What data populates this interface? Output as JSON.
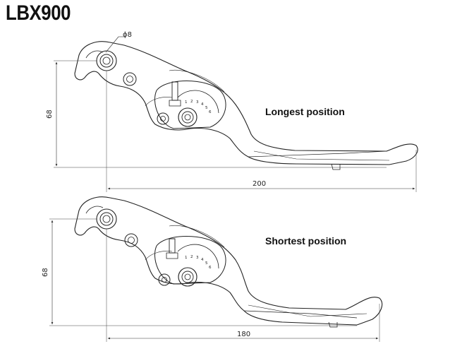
{
  "title": "LBX900",
  "diameter_label": "ϕ8",
  "diagrams": [
    {
      "position_label": "Longest position",
      "height_label": "68",
      "length_label": "200",
      "scale_marks": [
        "1",
        "2",
        "3",
        "4",
        "5",
        "6"
      ]
    },
    {
      "position_label": "Shortest position",
      "height_label": "68",
      "length_label": "180",
      "scale_marks": [
        "1",
        "2",
        "3",
        "4",
        "5",
        "6"
      ]
    }
  ]
}
